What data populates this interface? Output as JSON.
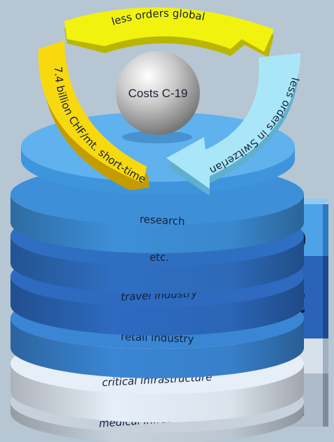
{
  "center": {
    "label": "Costs C-19"
  },
  "ring": {
    "top": "less orders global",
    "left": "7.4 billion CHF/mt. short-time working",
    "right": "less orders in Switzerland",
    "colors": {
      "top": "#f2f20f",
      "left": "#f7d90e",
      "right": "#a9e6f8"
    }
  },
  "layers": [
    {
      "label": "research",
      "color": "#3d8fd8",
      "italic": false
    },
    {
      "label": "etc.",
      "color": "#2f6fc2",
      "italic": false
    },
    {
      "label": "travel industry",
      "color": "#2d6ac0",
      "italic": true
    },
    {
      "label": "retail industry",
      "color": "#3a86d4",
      "italic": false
    },
    {
      "label": "critical infrastructure",
      "color": "#e6eef7",
      "italic": true
    },
    {
      "label": "medical infrastructure",
      "color": "#c6d1dc",
      "italic": true
    }
  ],
  "tabs": [
    {
      "letter": "D",
      "color": "#4ea3e6"
    },
    {
      "letter": "C",
      "color": "#2b63b8"
    },
    {
      "letter": "B",
      "color": "#d7e1ec"
    },
    {
      "letter": "A",
      "color": "#aebbc8"
    }
  ],
  "top_disk_color": "#5fb2ee"
}
